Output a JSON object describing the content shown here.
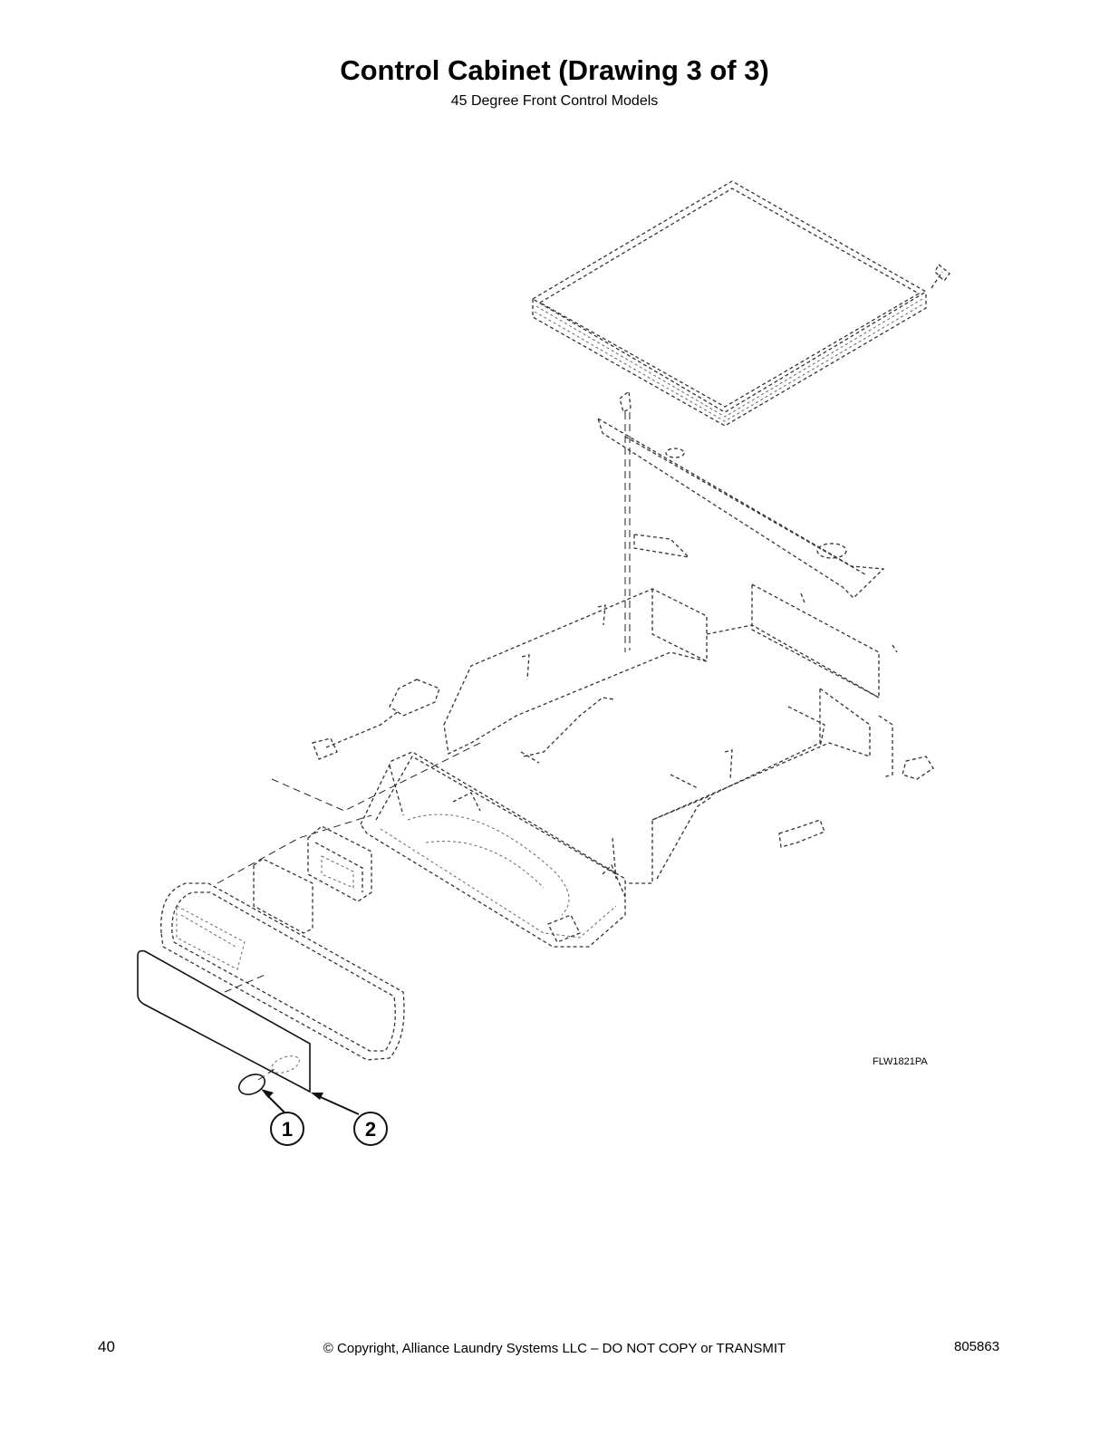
{
  "header": {
    "title": "Control Cabinet (Drawing 3 of 3)",
    "subtitle": "45 Degree Front Control Models"
  },
  "diagram": {
    "drawing_id": "FLW1821PA",
    "callouts": [
      {
        "number": "1"
      },
      {
        "number": "2"
      }
    ]
  },
  "footer": {
    "page_number": "40",
    "copyright": "© Copyright, Alliance Laundry Systems LLC – DO NOT COPY or TRANSMIT",
    "document_number": "805863"
  }
}
